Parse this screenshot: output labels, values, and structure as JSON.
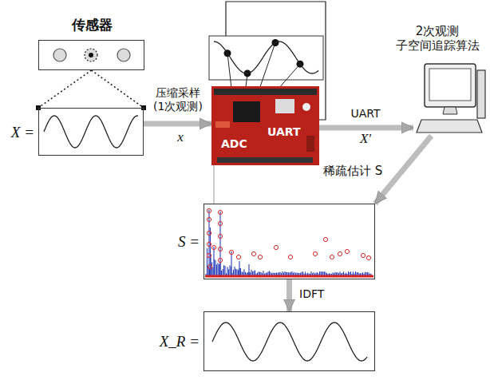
{
  "diagram": {
    "nodes": [
      {
        "text": [
          "传感器"
        ]
      },
      {
        "text": [
          "X ="
        ]
      },
      {
        "text": [
          "ADC",
          "UART"
        ]
      },
      {
        "text": [
          "2次观测 子空间追踪算法"
        ]
      },
      {
        "text": [
          "S ="
        ]
      },
      {
        "text": [
          "X_R ="
        ]
      }
    ],
    "edges": [
      {
        "from": 0,
        "to": 1,
        "arrow": "none"
      },
      {
        "from": 0,
        "to": 1,
        "arrow": "none"
      },
      {
        "from": 1,
        "to": 2,
        "arrow": "to",
        "label": "压缩采样 (1次观测)"
      },
      {
        "from": 2,
        "to": 3,
        "arrow": "to",
        "label": "UART"
      },
      {
        "from": 3,
        "to": 4,
        "arrow": "to",
        "label": "稀疏估计 S"
      },
      {
        "from": 4,
        "to": 5,
        "arrow": "to",
        "label": "IDFT"
      },
      {
        "from": 2,
        "to": 4,
        "arrow": "none"
      }
    ],
    "labels": [
      "x",
      "X'"
    ]
  }
}
